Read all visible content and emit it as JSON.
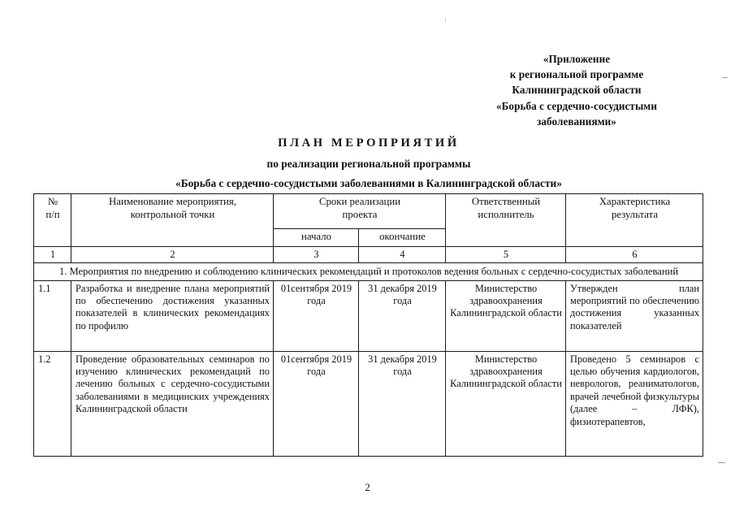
{
  "appendix": {
    "lines": [
      "«Приложение",
      "к региональной программе",
      "Калининградской области",
      "«Борьба с сердечно-сосудистыми",
      "заболеваниями»"
    ]
  },
  "title": {
    "main": "ПЛАН МЕРОПРИЯТИЙ",
    "sub1": "по реализации региональной программы",
    "sub2": "«Борьба с сердечно-сосудистыми заболеваниями в Калининградской области»"
  },
  "table": {
    "headers": {
      "col1": "№\nп/п",
      "col2": "Наименование мероприятия,\nконтрольной точки",
      "col34": "Сроки реализации\nпроекта",
      "col3": "начало",
      "col4": "окончание",
      "col5": "Ответственный\nисполнитель",
      "col6": "Характеристика\nрезультата"
    },
    "number_row": [
      "1",
      "2",
      "3",
      "4",
      "5",
      "6"
    ],
    "sections": [
      {
        "title": "1. Мероприятия по внедрению и соблюдению клинических рекомендаций и протоколов ведения больных с сердечно-сосудистых заболеваний",
        "rows": [
          {
            "num": "1.1",
            "name": "Разработка и внедрение плана мероприятий по обеспечению достижения указанных показателей в клинических рекомендациях по профилю",
            "start": "01сентября 2019 года",
            "end": "31 декабря 2019 года",
            "executor": "Министерство здравоохранения Калининградской области",
            "result": "Утвержден план мероприятий по обеспечению достижения указанных показателей"
          },
          {
            "num": "1.2",
            "name": "Проведение образовательных семинаров по изучению клинических рекомендаций по лечению больных с сердечно-сосудистыми заболеваниями в медицинских учреждениях Калининградской области",
            "start": "01сентября 2019 года",
            "end": "31 декабря 2019 года",
            "executor": "Министерство здравоохранения Калининградской области",
            "result": "Проведено 5 семинаров с целью обучения кардиологов, неврологов, реаниматологов, врачей лечебной физкультуры (далее – ЛФК), физиотерапевтов,"
          }
        ]
      }
    ]
  },
  "page_number": "2"
}
